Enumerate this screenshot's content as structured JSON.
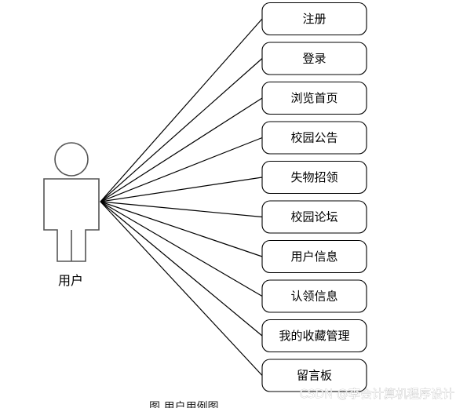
{
  "diagram": {
    "type": "use-case",
    "actor": {
      "name": "用户",
      "icon": "person-icon"
    },
    "use_cases": [
      "注册",
      "登录",
      "浏览首页",
      "校园公告",
      "失物招领",
      "校园论坛",
      "用户信息",
      "认领信息",
      "我的收藏管理",
      "留言板"
    ],
    "caption": "图  用户用例图",
    "colors": {
      "stroke": "#000000",
      "actor_stroke": "#555555",
      "background": "#ffffff"
    }
  },
  "watermark": "CSDN @李会计算机程序设计"
}
